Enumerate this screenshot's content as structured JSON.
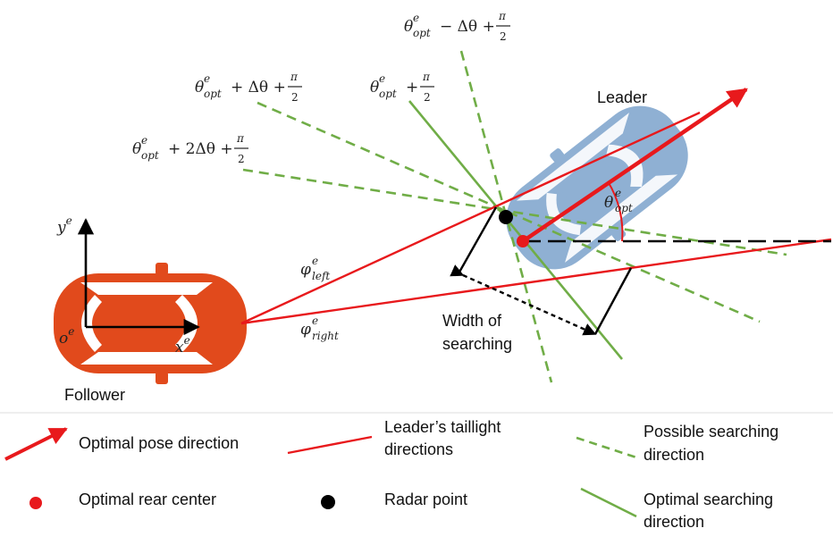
{
  "labels": {
    "leader": "Leader",
    "follower": "Follower",
    "width_line1": "Width of",
    "width_line2": "searching",
    "theta": "θ",
    "opt_sup": "e",
    "opt_sub": "opt",
    "phi": "φ",
    "phi_sup": "e",
    "left_sub": "left",
    "right_sub": "right",
    "y_axis": "y",
    "x_axis": "x",
    "origin": "o",
    "axis_sup": "e",
    "minus_dtheta": "− Δθ +",
    "plus_dtheta": "+ Δθ +",
    "plus_2dtheta": "+ 2Δθ +",
    "plus": "+",
    "pi": "π",
    "two": "2"
  },
  "legend": {
    "optimal_pose": "Optimal pose direction",
    "taillight_1": "Leader’s taillight",
    "taillight_2": "directions",
    "possible_1": "Possible searching",
    "possible_2": "direction",
    "rear_center": "Optimal rear center",
    "radar_point": "Radar point",
    "optimal_search_1": "Optimal searching",
    "optimal_search_2": "direction"
  },
  "colors": {
    "red": "#e8191c",
    "follower_car": "#e14a1c",
    "leader_car": "#8fb0d3",
    "green": "#70ad47",
    "black": "#000000"
  }
}
